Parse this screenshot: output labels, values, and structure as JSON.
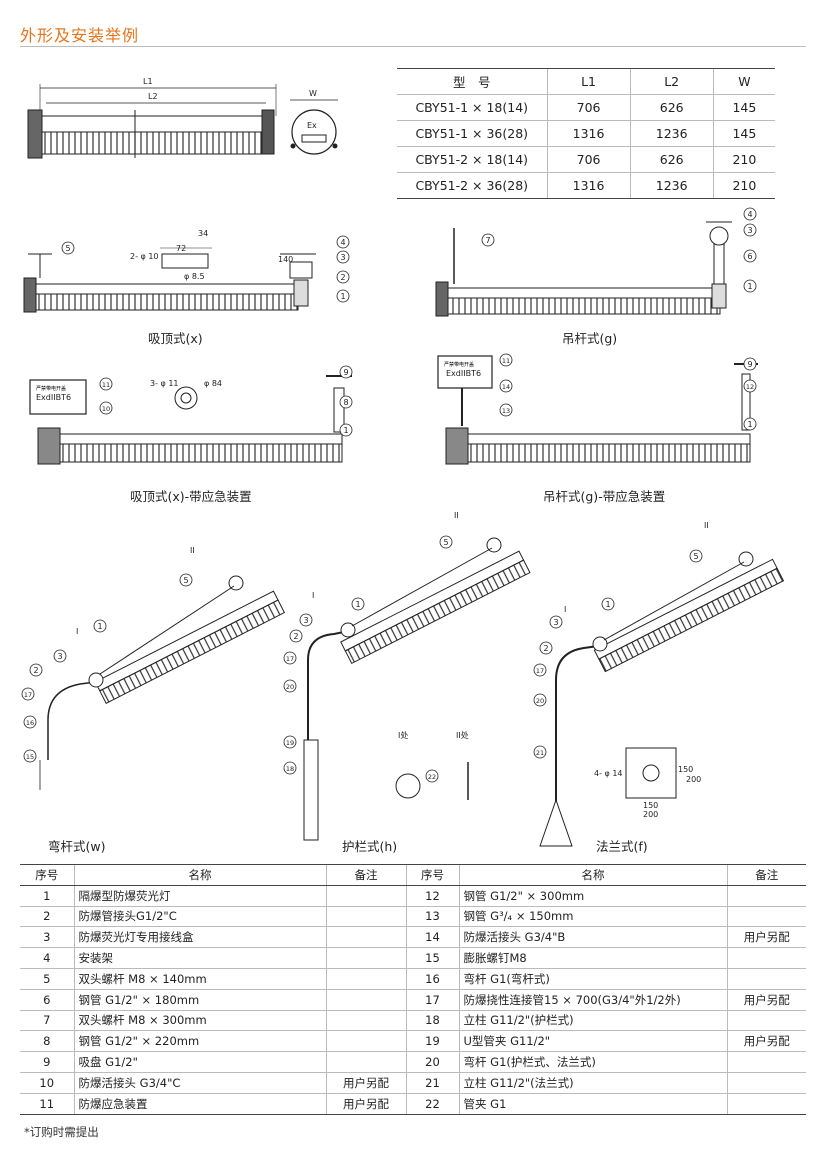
{
  "page": {
    "section_title": "外形及安装举例",
    "footnote": "*订购时需提出"
  },
  "dimensions": {
    "headers": [
      "型　号",
      "L1",
      "L2",
      "W"
    ],
    "rows": [
      [
        "CBY51-1 × 18(14)",
        "706",
        "626",
        "145"
      ],
      [
        "CBY51-1 × 36(28)",
        "1316",
        "1236",
        "145"
      ],
      [
        "CBY51-2 × 18(14)",
        "706",
        "626",
        "210"
      ],
      [
        "CBY51-2 × 36(28)",
        "1316",
        "1236",
        "210"
      ]
    ]
  },
  "drawing_labels": {
    "top": {
      "l1": "L1",
      "l2": "L2",
      "w": "W",
      "ex": "Ex"
    },
    "mount_x": {
      "d10": "2- φ 10",
      "d72": "72",
      "d85": "φ 8.5",
      "d34": "34",
      "d140": "140"
    },
    "mount_xe": {
      "d11": "3- φ 11",
      "d84": "φ 84",
      "box": "ExdIIBT6",
      "box_top": "严禁带电开盖"
    },
    "mount_ge": {
      "box": "ExdIIBT6",
      "box_top": "严禁带电开盖"
    },
    "detail": {
      "i": "I处",
      "ii": "II处"
    },
    "flange": {
      "d14": "4- φ 14",
      "d150": "150",
      "d200": "200",
      "v150": "150",
      "v200": "200"
    },
    "roman_i": "I",
    "roman_ii": "II"
  },
  "captions": {
    "x": "吸顶式(x)",
    "g": "吊杆式(g)",
    "xe": "吸顶式(x)-带应急装置",
    "ge": "吊杆式(g)-带应急装置",
    "w": "弯杆式(w)",
    "h": "护栏式(h)",
    "f": "法兰式(f)"
  },
  "parts": {
    "headers": [
      "序号",
      "名称",
      "备注",
      "序号",
      "名称",
      "备注"
    ],
    "rows": [
      [
        "1",
        "隔爆型防爆荧光灯",
        "",
        "12",
        "钢管 G1/2\" × 300mm",
        ""
      ],
      [
        "2",
        "防爆管接头G1/2\"C",
        "",
        "13",
        "钢管 G³/₄ × 150mm",
        ""
      ],
      [
        "3",
        "防爆荧光灯专用接线盒",
        "",
        "14",
        "防爆活接头 G3/4\"B",
        "用户另配"
      ],
      [
        "4",
        "安装架",
        "",
        "15",
        "膨胀螺钉M8",
        ""
      ],
      [
        "5",
        "双头螺杆 M8 × 140mm",
        "",
        "16",
        "弯杆 G1(弯杆式)",
        ""
      ],
      [
        "6",
        "钢管 G1/2\" × 180mm",
        "",
        "17",
        "防爆挠性连接管15 × 700(G3/4\"外1/2外)",
        "用户另配"
      ],
      [
        "7",
        "双头螺杆 M8 × 300mm",
        "",
        "18",
        "立柱 G11/2\"(护栏式)",
        ""
      ],
      [
        "8",
        "钢管 G1/2\" × 220mm",
        "",
        "19",
        "U型管夹 G11/2\"",
        "用户另配"
      ],
      [
        "9",
        "吸盘 G1/2\"",
        "",
        "20",
        "弯杆 G1(护栏式、法兰式)",
        ""
      ],
      [
        "10",
        "防爆活接头 G3/4\"C",
        "用户另配",
        "21",
        "立柱 G11/2\"(法兰式)",
        ""
      ],
      [
        "11",
        "防爆应急装置",
        "用户另配",
        "22",
        "管夹 G1",
        ""
      ]
    ]
  }
}
